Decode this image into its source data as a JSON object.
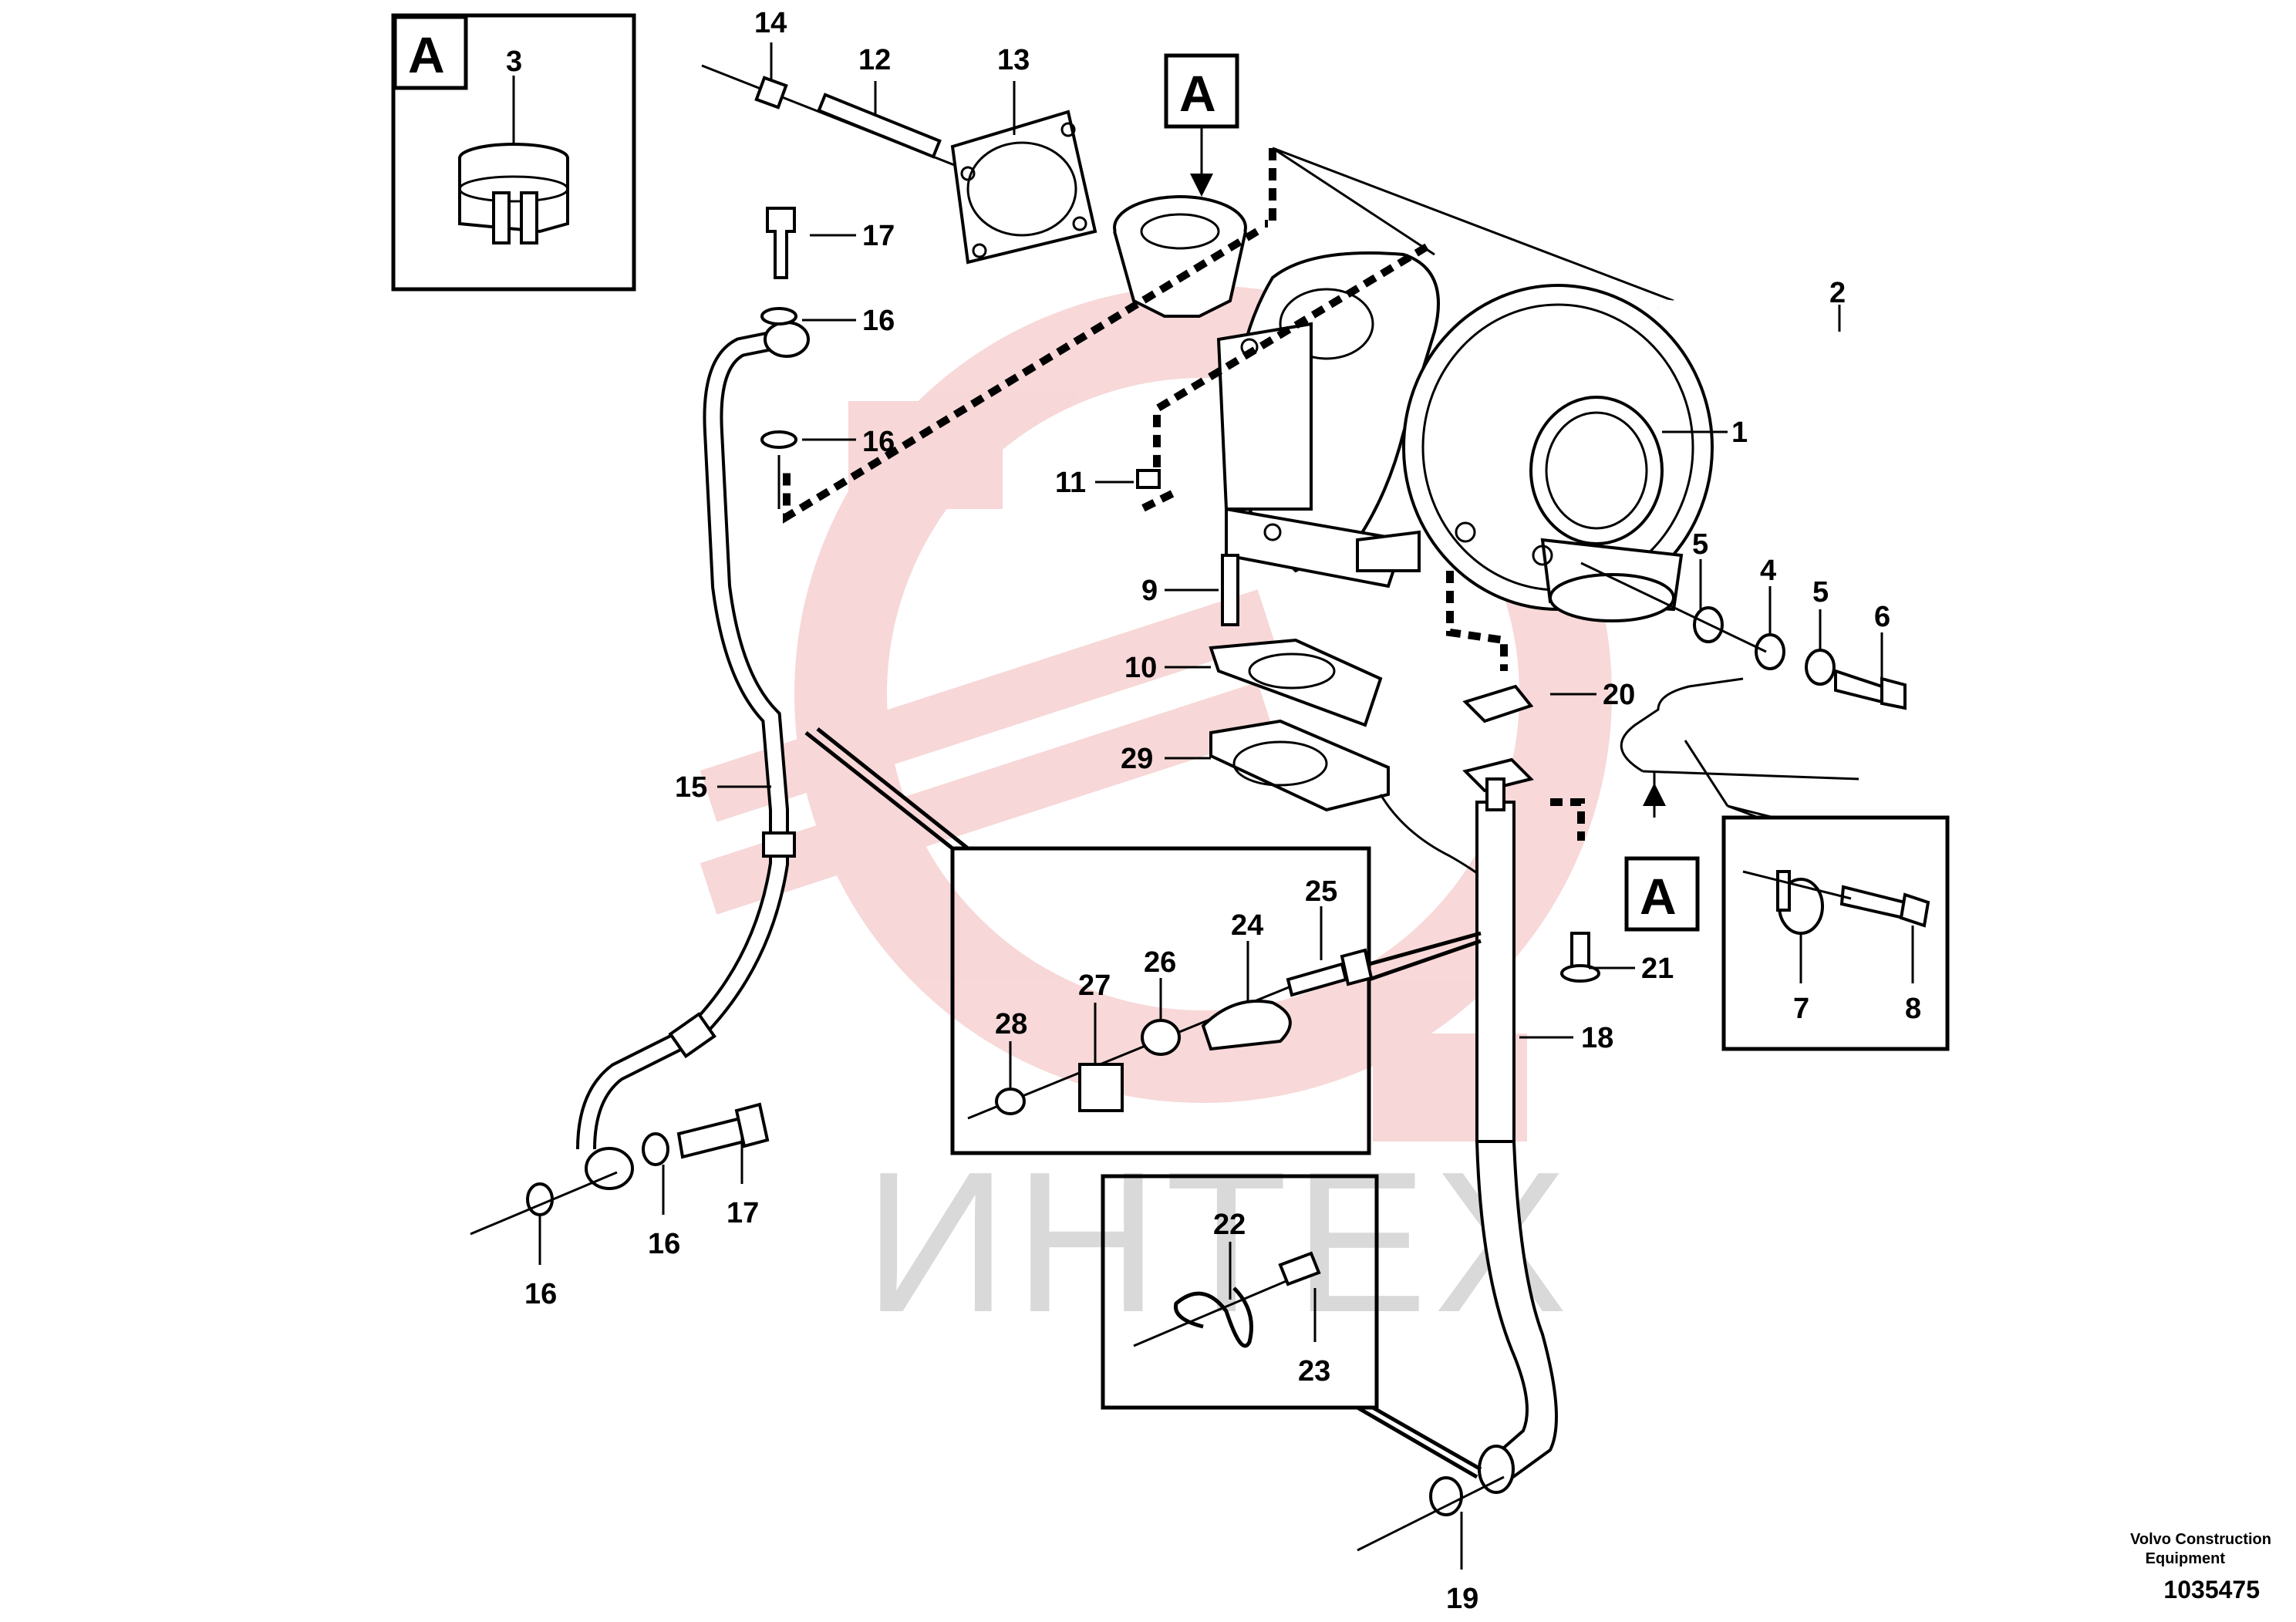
{
  "diagram": {
    "callouts": [
      "1",
      "2",
      "3",
      "4",
      "5",
      "5",
      "6",
      "7",
      "8",
      "9",
      "10",
      "11",
      "12",
      "13",
      "14",
      "15",
      "16",
      "16",
      "16",
      "16",
      "17",
      "17",
      "18",
      "19",
      "20",
      "21",
      "22",
      "23",
      "24",
      "25",
      "26",
      "27",
      "28",
      "29"
    ],
    "view_marker": "A",
    "watermark": "ИНТЕХ",
    "footer": {
      "company": "Volvo Construction",
      "company_line2": "Equipment",
      "drawing_number": "1035475"
    }
  },
  "colors": {
    "watermark_red": "#f2b8b8",
    "watermark_gray": "#d9d9d9",
    "line": "#000000"
  }
}
